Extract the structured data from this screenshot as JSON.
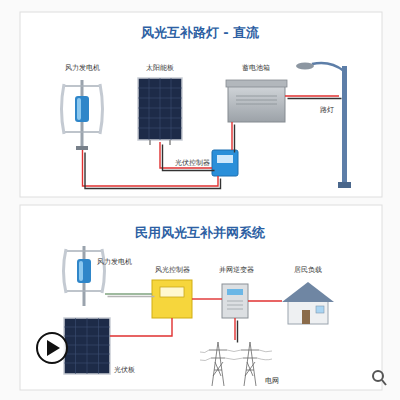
{
  "diagram": {
    "nodes": [
      {
        "text": [
          "风光互补路灯 - 直流"
        ]
      },
      {
        "text": [
          "风力发电机"
        ],
        "in": 0
      },
      {
        "text": [
          "太阳能板"
        ],
        "in": 0
      },
      {
        "text": [
          "蓄电池箱"
        ],
        "in": 0
      },
      {
        "text": [
          "路灯"
        ],
        "in": 0
      },
      {
        "text": [
          "光伏控制器"
        ],
        "in": 0
      },
      {
        "text": [
          "民用风光互补并网系统"
        ]
      },
      {
        "text": [
          "风力发电机"
        ],
        "in": 6
      },
      {
        "text": [
          "风光控制器"
        ],
        "in": 6
      },
      {
        "text": [
          "并网逆变器"
        ],
        "in": 6
      },
      {
        "text": [
          "居民负载"
        ],
        "in": 6
      },
      {
        "text": [
          "光伏板"
        ],
        "in": 6
      },
      {
        "text": [
          "电网"
        ],
        "in": 6
      }
    ],
    "edges": [
      {
        "from": 1,
        "to": 5,
        "arrow": "none"
      },
      {
        "from": 2,
        "to": 5,
        "arrow": "none"
      },
      {
        "from": 5,
        "to": 3,
        "arrow": "none"
      },
      {
        "from": 3,
        "to": 4,
        "arrow": "none"
      },
      {
        "from": 7,
        "to": 8,
        "arrow": "none"
      },
      {
        "from": 11,
        "to": 8,
        "arrow": "none"
      },
      {
        "from": 8,
        "to": 9,
        "arrow": "none"
      },
      {
        "from": 9,
        "to": 10,
        "arrow": "none"
      },
      {
        "from": 9,
        "to": 12,
        "arrow": "none"
      }
    ]
  }
}
